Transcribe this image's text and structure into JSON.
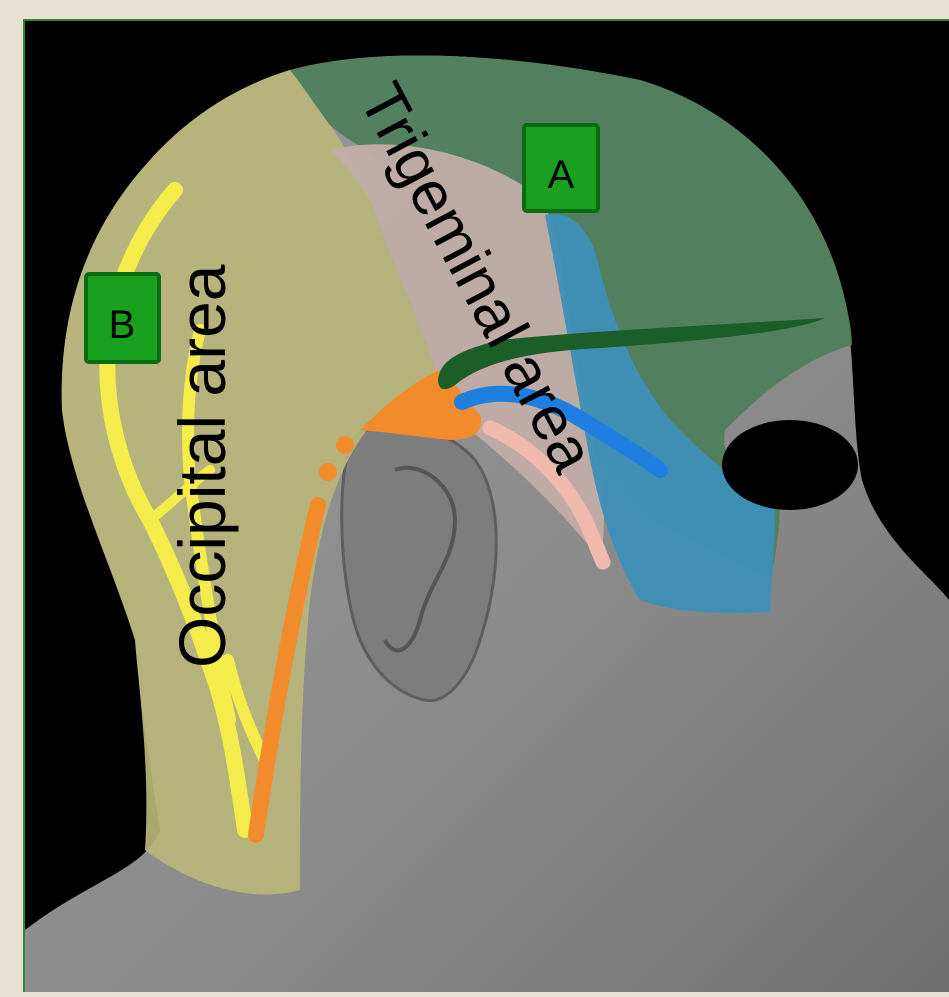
{
  "figure": {
    "labels": {
      "occipital": "Occipital area",
      "trigeminal": "Trigeminal area",
      "marker_a": "A",
      "marker_b": "B"
    },
    "colors": {
      "background": "#000000",
      "frame": "#e7e1d3",
      "frame_border": "#2f8a2f",
      "skin": "#8f8f8f",
      "occipital_region": "#b9b67a",
      "trigeminal_region": "#4f7f5c",
      "temporal_region": "#c2ada7",
      "blue_region": "#3d8fb7",
      "greater_occipital_nerve": "#f4ec4b",
      "lesser_occipital_nerve": "#f28b2c",
      "supraorbital_nerve": "#1b5e2a",
      "zygomatic_nerve": "#1f7fe0",
      "auriculotemporal_nerve": "#f0b9ad",
      "marker_fill": "#19a01f",
      "marker_border": "#0b6b12",
      "label_text": "#000000"
    }
  }
}
